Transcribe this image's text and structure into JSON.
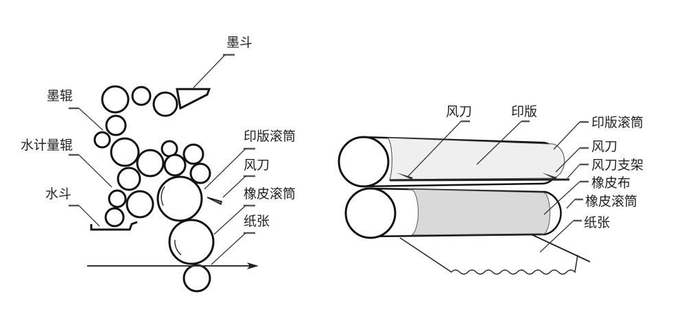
{
  "left_diagram": {
    "labels": {
      "ink_fountain": "墨斗",
      "ink_roller": "墨辊",
      "water_metering_roller": "水计量辊",
      "water_fountain": "水斗",
      "plate_cylinder": "印版滚筒",
      "air_knife": "风刀",
      "blanket_cylinder": "橡皮滚筒",
      "paper": "纸张"
    }
  },
  "right_diagram": {
    "labels": {
      "air_knife_top": "风刀",
      "plate": "印版",
      "plate_cylinder": "印版滚筒",
      "air_knife": "风刀",
      "air_knife_bracket": "风刀支架",
      "blanket": "橡皮布",
      "blanket_cylinder": "橡皮滚筒",
      "paper": "纸张"
    }
  }
}
